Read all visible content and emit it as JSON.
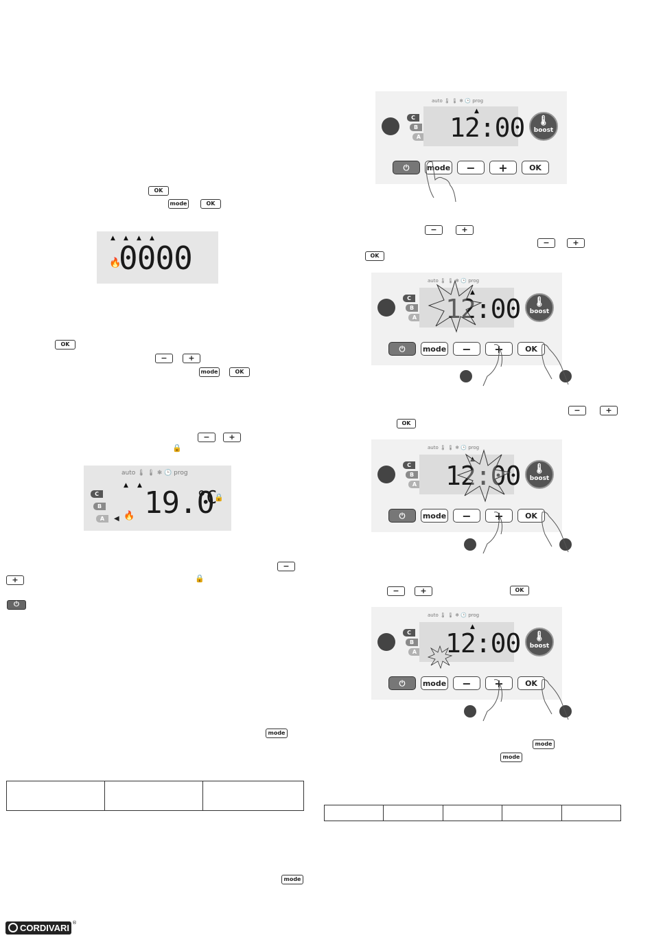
{
  "buttons": {
    "ok": "OK",
    "mode": "mode",
    "minus": "−",
    "plus": "+",
    "power": "⏻",
    "lock": "🔒"
  },
  "display1": {
    "digits": "0000",
    "flame": "🔥"
  },
  "display2": {
    "temp": "19.0",
    "unit": "°C",
    "icons": "auto 🌡 🌡 ❄ 🕒 prog",
    "levels": [
      "C",
      "B",
      "A"
    ]
  },
  "panel": {
    "time": "12:00",
    "time_flash_hours": "12:00",
    "time_flash_minutes": "12:00",
    "icons": "auto 🌡 🌡 ❄ 🕒 prog",
    "levels": [
      "C",
      "B",
      "A"
    ],
    "boost_label": "boost",
    "boost_symbol": "🌡",
    "btn_mode": "mode",
    "btn_ok": "OK",
    "btn_minus": "−",
    "btn_plus": "+",
    "btn_power": "⏻"
  },
  "logo": {
    "text": "CORDIVARI",
    "mark": "®"
  },
  "table_left": [
    [
      "",
      "",
      ""
    ]
  ],
  "table_right": [
    [
      "",
      "",
      "",
      "",
      ""
    ]
  ]
}
